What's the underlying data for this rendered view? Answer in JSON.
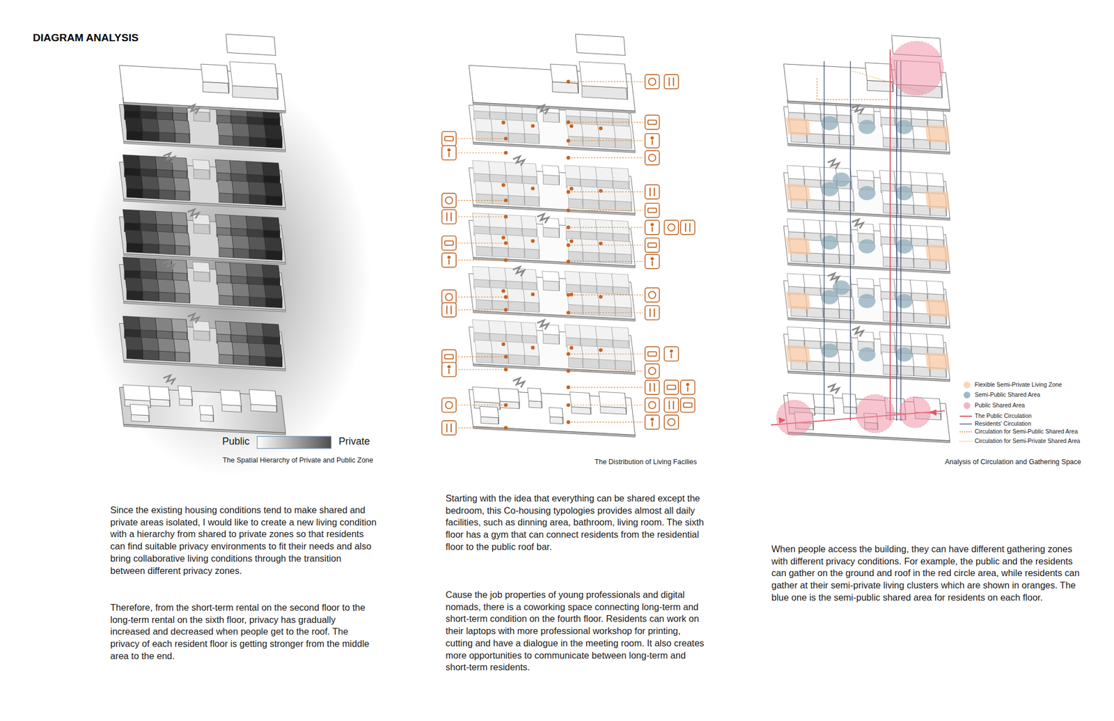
{
  "diagram": {
    "title": "DIAGRAM ANALYSIS",
    "labels": [
      "Public",
      "Private",
      "The Spatial Hierarchy of Private and Public Zone",
      "The Distribution of Living Facilies",
      "Analysis of Circulation and Gathering Space",
      "Since the existing housing conditions tend to make shared and private areas isolated, I would like to create a new living condition with a hierarchy from shared to private zones so that residents can find suitable privacy environments to fit their needs and also bring collaborative living conditions through the transition between different privacy zones.",
      "Therefore, from the short-term rental on the second floor to the long-term rental on the sixth floor, privacy has gradually increased and decreased when people get to the roof. The privacy of each resident floor is getting stronger from the middle area to the end.",
      "Starting with the idea that everything can be shared except the bedroom, this Co-housing typologies provides almost all daily facilities, such as dinning area, bathroom, living room. The sixth floor has a gym that can connect residents from the residential floor to the public roof bar.",
      "Cause the job properties of young professionals and digital nomads, there is a coworking space connecting long-term and short-term condition on the fourth floor. Residents can work on their laptops with more professional workshop for printing, cutting and have a dialogue in the meeting room. It also creates more opportunities to communicate between long-term and short-term residents.",
      "When people access the building, they can have different gathering zones with different privacy conditions. For example, the public and the residents can gather on the ground and roof in the red circle area, while residents can gather at their semi-private living clusters which are shown in oranges. The blue one is the semi-public shared area for residents on each floor."
    ],
    "legend": [
      {
        "text": "Flexible Semi-Private Living Zone",
        "color": "#f9d5b8"
      },
      {
        "text": "Semi-Public Shared Area",
        "color": "#9fb9c6"
      },
      {
        "text": "Public Shared Area",
        "color": "#f4b3c0"
      },
      {
        "text": "The Public Circulation"
      },
      {
        "text": "Residents' Circulation"
      },
      {
        "text": "Circulation for Semi-Public Shared Area"
      },
      {
        "text": "Circulation for Semi-Private Shared Area"
      }
    ]
  }
}
